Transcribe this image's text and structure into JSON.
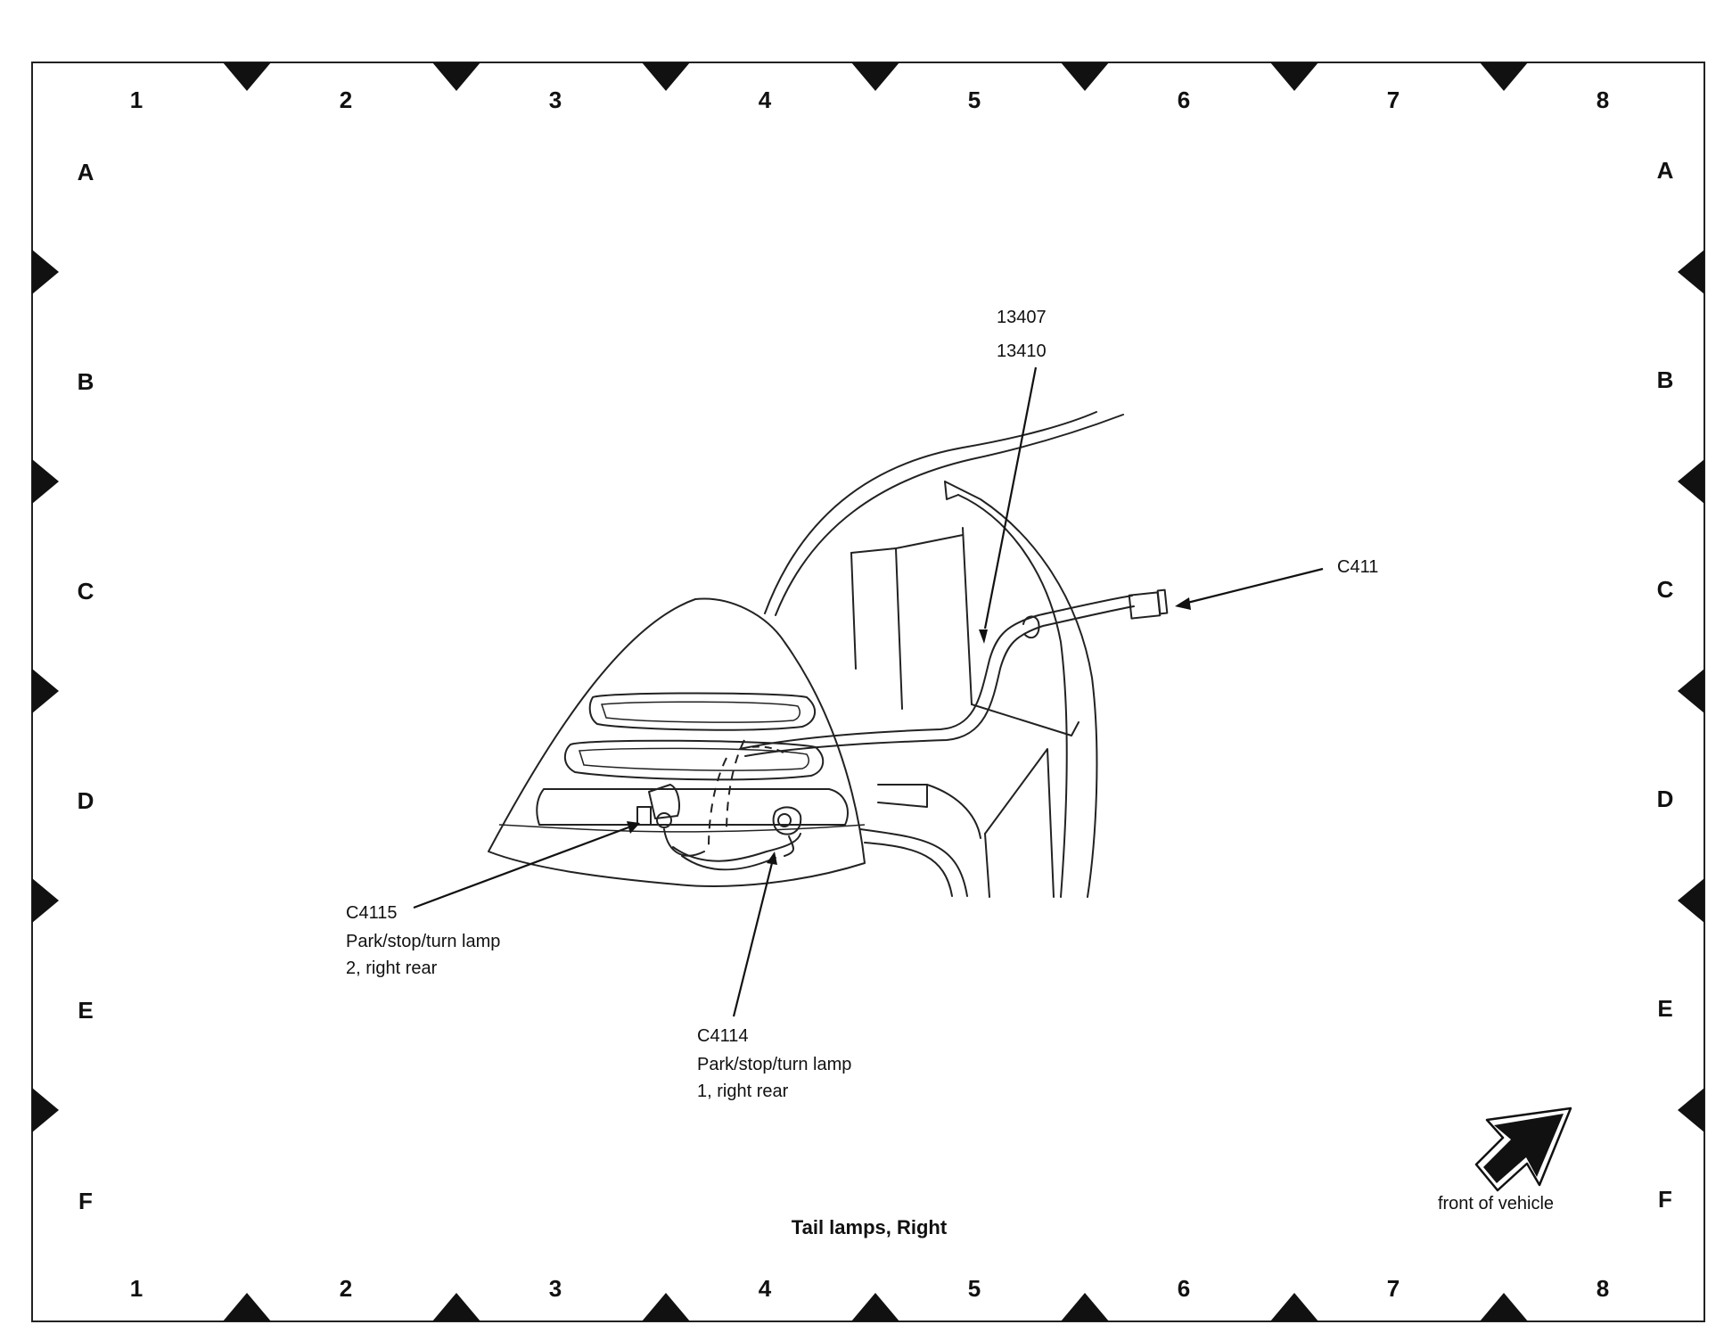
{
  "grid": {
    "columns": [
      "1",
      "2",
      "3",
      "4",
      "5",
      "6",
      "7",
      "8"
    ],
    "rows": [
      "A",
      "B",
      "C",
      "D",
      "E",
      "F"
    ]
  },
  "callouts": {
    "part_1": "13407",
    "part_2": "13410",
    "c411": "C411",
    "c4115_id": "C4115",
    "c4115_line1": "Park/stop/turn lamp",
    "c4115_line2": "2, right rear",
    "c4114_id": "C4114",
    "c4114_line1": "Park/stop/turn lamp",
    "c4114_line2": "1, right rear"
  },
  "orientation": {
    "label": "front of vehicle",
    "icon": "front-arrow-icon"
  },
  "caption": "Tail lamps, Right"
}
